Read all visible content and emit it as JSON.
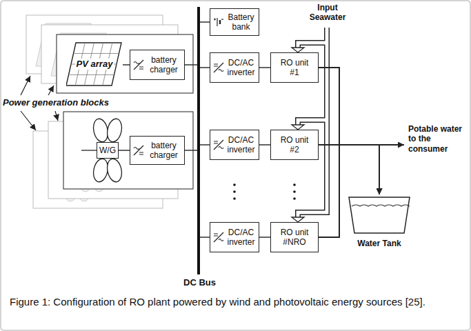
{
  "diagram": {
    "caption": "Figure 1: Configuration of RO plant powered by wind and photovoltaic energy sources [25].",
    "nodes": [
      {
        "text": [
          "PV array"
        ]
      },
      {
        "text": [
          "battery charger"
        ]
      },
      {
        "text": [
          "W/G"
        ]
      },
      {
        "text": [
          "battery charger"
        ]
      },
      {
        "text": [
          "Battery bank"
        ]
      },
      {
        "text": [
          "DC/AC inverter"
        ]
      },
      {
        "text": [
          "RO unit #1"
        ]
      },
      {
        "text": [
          "DC/AC inverter"
        ]
      },
      {
        "text": [
          "RO unit #2"
        ]
      },
      {
        "text": [
          "DC/AC inverter"
        ]
      },
      {
        "text": [
          "RO unit #NRO"
        ]
      },
      {
        "text": [
          "Water Tank"
        ]
      }
    ],
    "edges": [
      {
        "from": 0,
        "to": 1,
        "arrow": "none"
      },
      {
        "from": 2,
        "to": 3,
        "arrow": "none"
      },
      {
        "from": 5,
        "to": 6,
        "arrow": "none"
      },
      {
        "from": 7,
        "to": 8,
        "arrow": "none"
      },
      {
        "from": 9,
        "to": 10,
        "arrow": "none"
      },
      {
        "from": 6,
        "to": 11,
        "arrow": "to"
      },
      {
        "from": 8,
        "to": 11,
        "arrow": "to"
      },
      {
        "from": 10,
        "to": 11,
        "arrow": "to"
      }
    ],
    "labels": [
      "Power generation blocks",
      "DC Bus",
      "Input Seawater",
      "Potable water to the consumer"
    ]
  }
}
